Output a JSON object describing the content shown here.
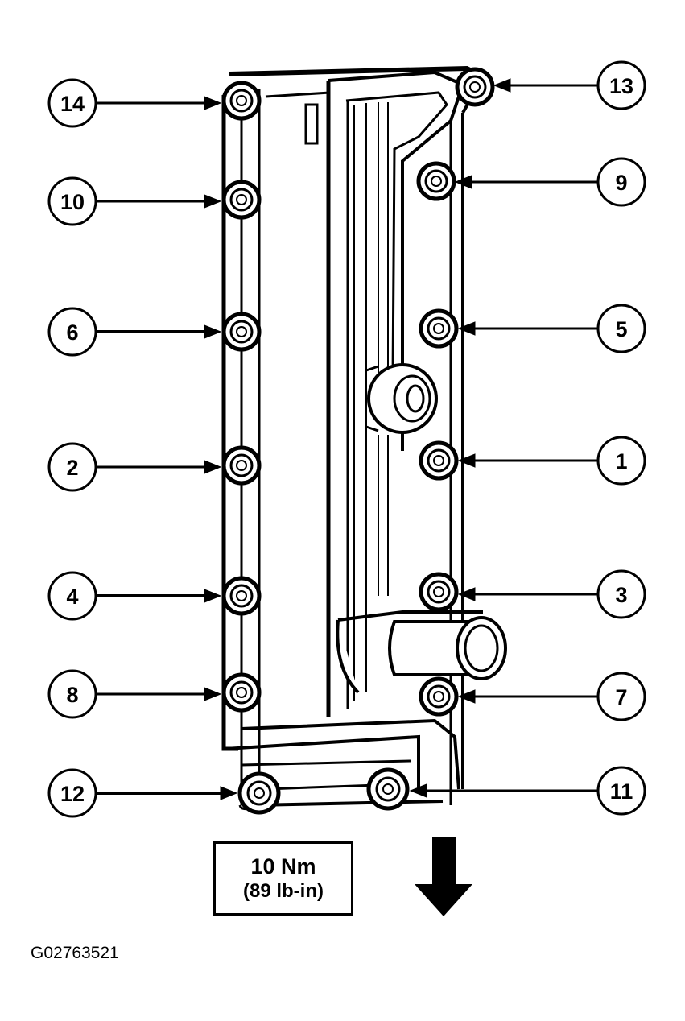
{
  "callouts": [
    {
      "number": "14",
      "side": "left"
    },
    {
      "number": "10",
      "side": "left"
    },
    {
      "number": "6",
      "side": "left"
    },
    {
      "number": "2",
      "side": "left"
    },
    {
      "number": "4",
      "side": "left"
    },
    {
      "number": "8",
      "side": "left"
    },
    {
      "number": "12",
      "side": "left"
    },
    {
      "number": "13",
      "side": "right"
    },
    {
      "number": "9",
      "side": "right"
    },
    {
      "number": "5",
      "side": "right"
    },
    {
      "number": "1",
      "side": "right"
    },
    {
      "number": "3",
      "side": "right"
    },
    {
      "number": "7",
      "side": "right"
    },
    {
      "number": "11",
      "side": "right"
    }
  ],
  "torque": {
    "value": "10 Nm",
    "alt": "(89 lb-in)"
  },
  "figure_code": "G02763521",
  "arrow_icon": "down-arrow-icon"
}
